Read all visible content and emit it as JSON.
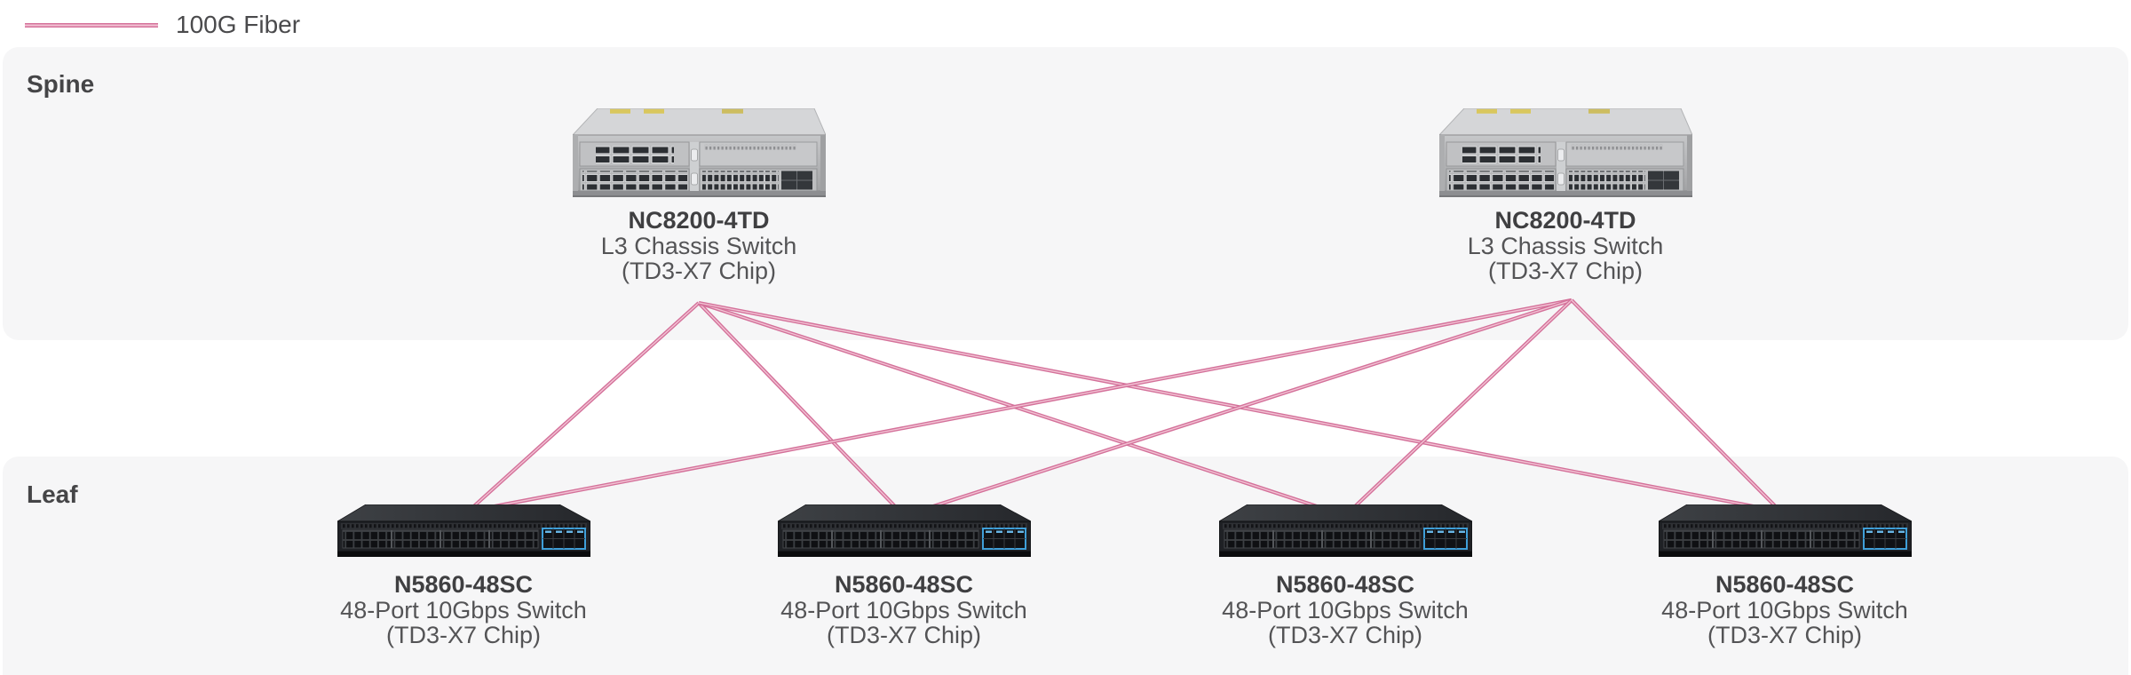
{
  "legend": {
    "items": [
      {
        "label": "100G Fiber",
        "swatch": "double-pink-line"
      }
    ]
  },
  "sections": {
    "spine": {
      "label": "Spine"
    },
    "leaf": {
      "label": "Leaf"
    }
  },
  "devices": {
    "spines": [
      {
        "id": "spine-0",
        "model": "NC8200-4TD",
        "desc1": "L3 Chassis Switch",
        "desc2": "(TD3-X7 Chip)"
      },
      {
        "id": "spine-1",
        "model": "NC8200-4TD",
        "desc1": "L3 Chassis Switch",
        "desc2": "(TD3-X7 Chip)"
      }
    ],
    "leaves": [
      {
        "id": "leaf-0",
        "model": "N5860-48SC",
        "desc1": "48-Port 10Gbps Switch",
        "desc2": "(TD3-X7 Chip)"
      },
      {
        "id": "leaf-1",
        "model": "N5860-48SC",
        "desc1": "48-Port 10Gbps Switch",
        "desc2": "(TD3-X7 Chip)"
      },
      {
        "id": "leaf-2",
        "model": "N5860-48SC",
        "desc1": "48-Port 10Gbps Switch",
        "desc2": "(TD3-X7 Chip)"
      },
      {
        "id": "leaf-3",
        "model": "N5860-48SC",
        "desc1": "48-Port 10Gbps Switch",
        "desc2": "(TD3-X7 Chip)"
      }
    ]
  },
  "topology": {
    "link_type": "100G Fiber",
    "connections": [
      {
        "from": "spine-0",
        "to": "leaf-0"
      },
      {
        "from": "spine-0",
        "to": "leaf-1"
      },
      {
        "from": "spine-0",
        "to": "leaf-2"
      },
      {
        "from": "spine-0",
        "to": "leaf-3"
      },
      {
        "from": "spine-1",
        "to": "leaf-0"
      },
      {
        "from": "spine-1",
        "to": "leaf-1"
      },
      {
        "from": "spine-1",
        "to": "leaf-2"
      },
      {
        "from": "spine-1",
        "to": "leaf-3"
      }
    ]
  },
  "colors": {
    "fiber_pink": "#d4719a",
    "fiber_pink_light": "#f2c3d4",
    "band_bg": "#f6f6f7",
    "uplink_blue": "#3f9fd8",
    "text_dark": "#3f3f41",
    "text_secondary": "#545456"
  }
}
